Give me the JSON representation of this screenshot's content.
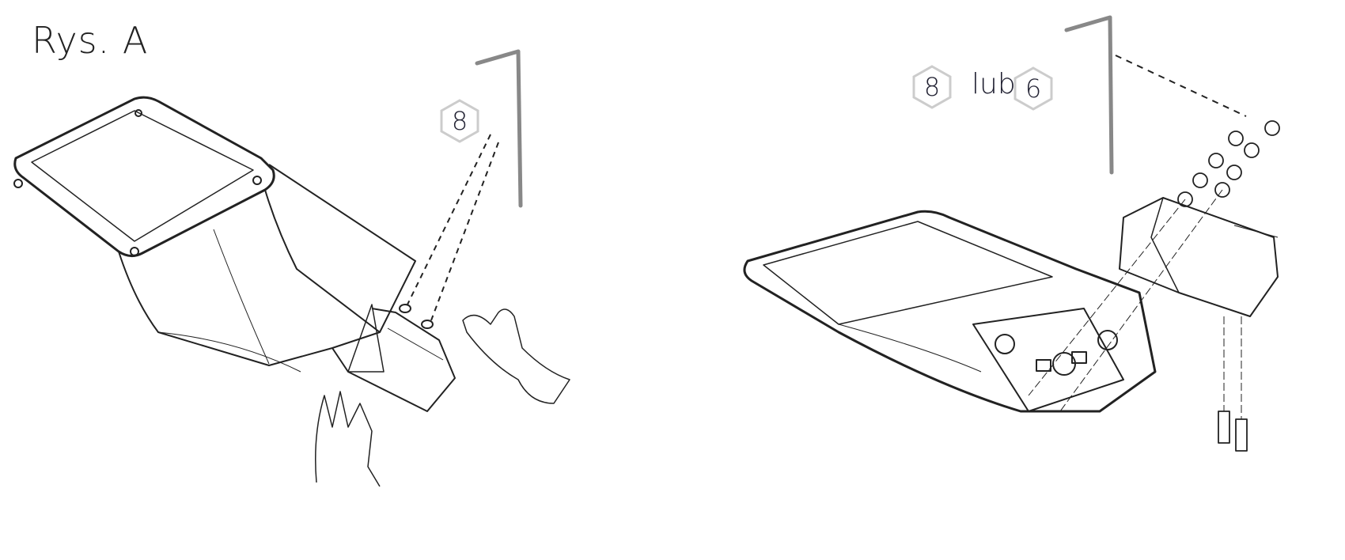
{
  "figure": {
    "title": "Rys. A",
    "left_tool": {
      "hex_size": "8"
    },
    "right_tool": {
      "hex_size_a": "8",
      "separator": "lub",
      "hex_size_b": "6"
    }
  }
}
